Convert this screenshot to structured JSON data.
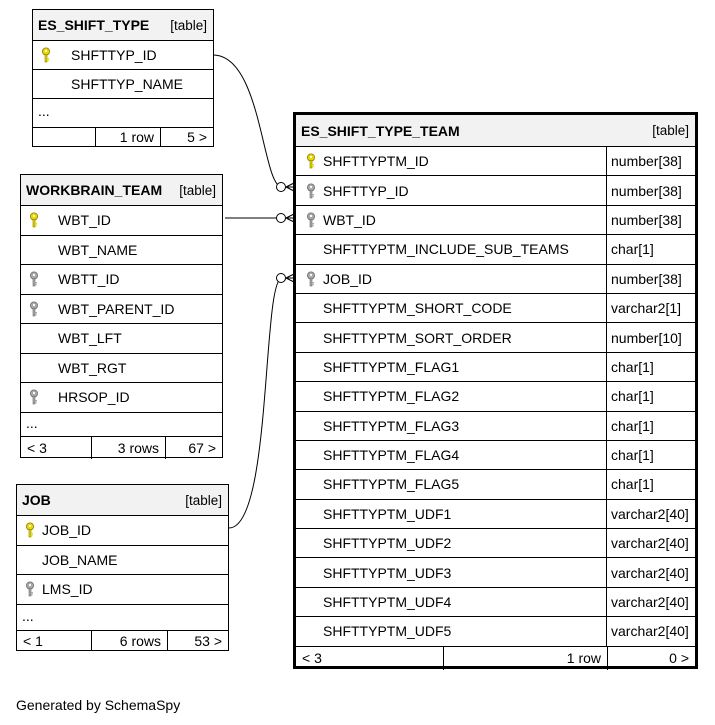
{
  "tables": {
    "shift_type": {
      "name": "ES_SHIFT_TYPE",
      "kind": "[table]",
      "columns": [
        {
          "name": "SHFTTYP_ID",
          "key": "primary"
        },
        {
          "name": "SHFTTYP_NAME",
          "key": "none"
        }
      ],
      "ellipsis": "...",
      "footer": {
        "left": "",
        "mid": "1 row",
        "right": "5 >"
      }
    },
    "workbrain_team": {
      "name": "WORKBRAIN_TEAM",
      "kind": "[table]",
      "columns": [
        {
          "name": "WBT_ID",
          "key": "primary"
        },
        {
          "name": "WBT_NAME",
          "key": "none"
        },
        {
          "name": "WBTT_ID",
          "key": "foreign"
        },
        {
          "name": "WBT_PARENT_ID",
          "key": "foreign"
        },
        {
          "name": "WBT_LFT",
          "key": "none"
        },
        {
          "name": "WBT_RGT",
          "key": "none"
        },
        {
          "name": "HRSOP_ID",
          "key": "foreign"
        }
      ],
      "ellipsis": "...",
      "footer": {
        "left": "< 3",
        "mid": "3 rows",
        "right": "67 >"
      }
    },
    "job": {
      "name": "JOB",
      "kind": "[table]",
      "columns": [
        {
          "name": "JOB_ID",
          "key": "primary"
        },
        {
          "name": "JOB_NAME",
          "key": "none"
        },
        {
          "name": "LMS_ID",
          "key": "foreign"
        }
      ],
      "ellipsis": "...",
      "footer": {
        "left": "< 1",
        "mid": "6 rows",
        "right": "53 >"
      }
    },
    "shift_type_team": {
      "name": "ES_SHIFT_TYPE_TEAM",
      "kind": "[table]",
      "columns": [
        {
          "name": "SHFTTYPTM_ID",
          "type": "number[38]",
          "key": "primary"
        },
        {
          "name": "SHFTTYP_ID",
          "type": "number[38]",
          "key": "foreign"
        },
        {
          "name": "WBT_ID",
          "type": "number[38]",
          "key": "foreign"
        },
        {
          "name": "SHFTTYPTM_INCLUDE_SUB_TEAMS",
          "type": "char[1]",
          "key": "none"
        },
        {
          "name": "JOB_ID",
          "type": "number[38]",
          "key": "foreign"
        },
        {
          "name": "SHFTTYPTM_SHORT_CODE",
          "type": "varchar2[1]",
          "key": "none"
        },
        {
          "name": "SHFTTYPTM_SORT_ORDER",
          "type": "number[10]",
          "key": "none"
        },
        {
          "name": "SHFTTYPTM_FLAG1",
          "type": "char[1]",
          "key": "none"
        },
        {
          "name": "SHFTTYPTM_FLAG2",
          "type": "char[1]",
          "key": "none"
        },
        {
          "name": "SHFTTYPTM_FLAG3",
          "type": "char[1]",
          "key": "none"
        },
        {
          "name": "SHFTTYPTM_FLAG4",
          "type": "char[1]",
          "key": "none"
        },
        {
          "name": "SHFTTYPTM_FLAG5",
          "type": "char[1]",
          "key": "none"
        },
        {
          "name": "SHFTTYPTM_UDF1",
          "type": "varchar2[40]",
          "key": "none"
        },
        {
          "name": "SHFTTYPTM_UDF2",
          "type": "varchar2[40]",
          "key": "none"
        },
        {
          "name": "SHFTTYPTM_UDF3",
          "type": "varchar2[40]",
          "key": "none"
        },
        {
          "name": "SHFTTYPTM_UDF4",
          "type": "varchar2[40]",
          "key": "none"
        },
        {
          "name": "SHFTTYPTM_UDF5",
          "type": "varchar2[40]",
          "key": "none"
        }
      ],
      "footer": {
        "left": "< 3",
        "mid": "1 row",
        "right": "0 >"
      }
    }
  },
  "colors": {
    "primary_key": "#e8d800",
    "foreign_key": "#a8a8a8",
    "header_bg": "#f2f2f2"
  },
  "footer_text": "Generated by SchemaSpy"
}
